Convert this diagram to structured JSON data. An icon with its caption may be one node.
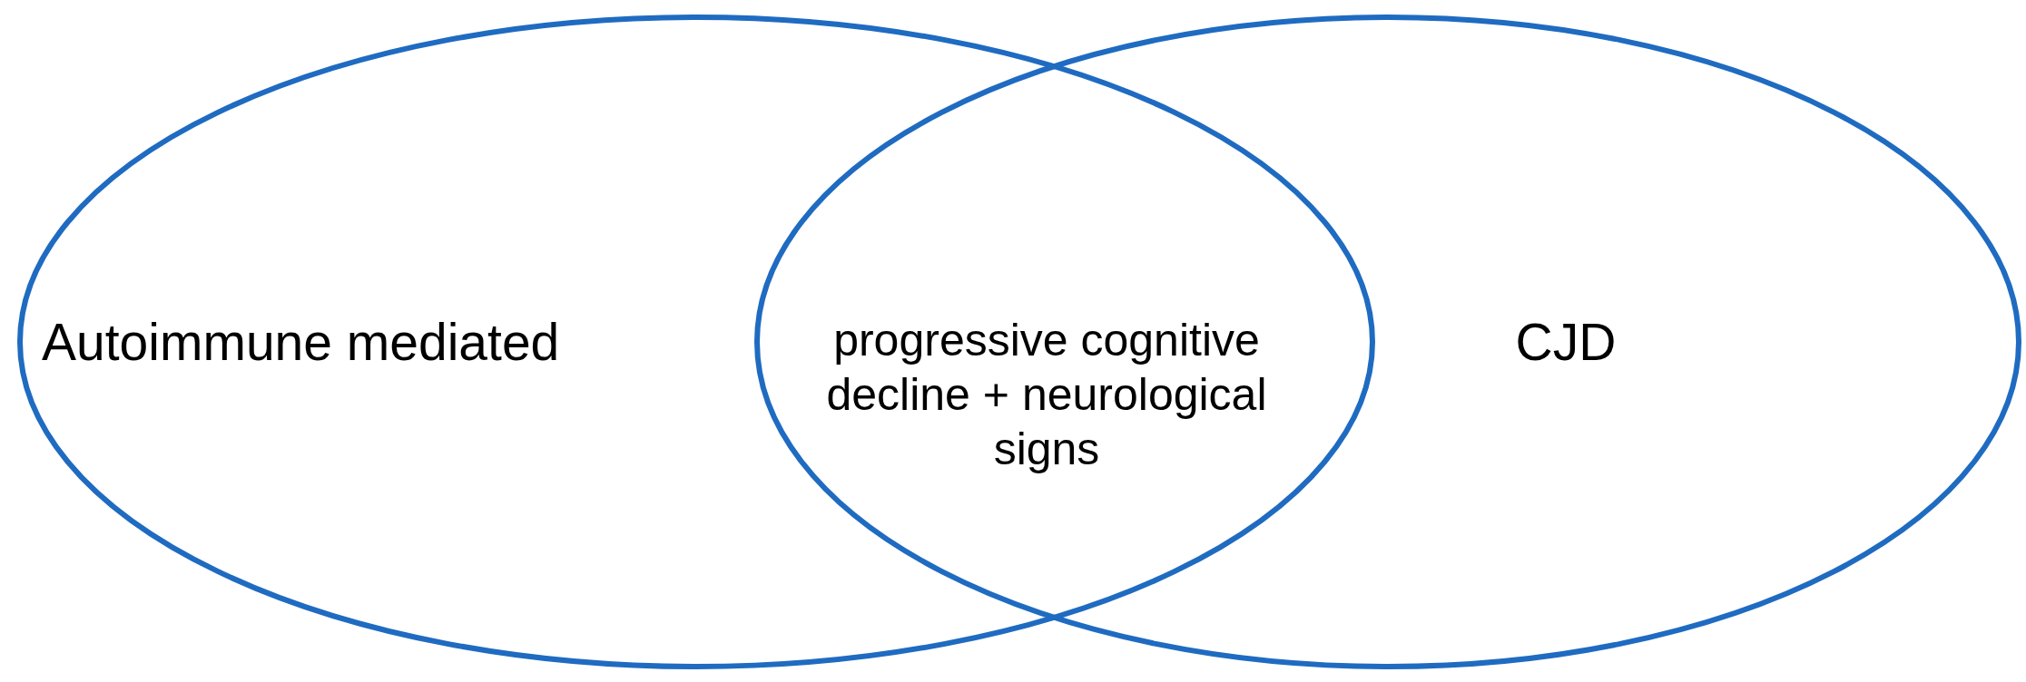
{
  "diagram": {
    "nodes": [
      {
        "text": [
          "Autoimmune mediated"
        ]
      },
      {
        "text": [
          "CJD"
        ]
      },
      {
        "text": [
          "progressive cognitive decline + neurological signs"
        ]
      }
    ]
  }
}
